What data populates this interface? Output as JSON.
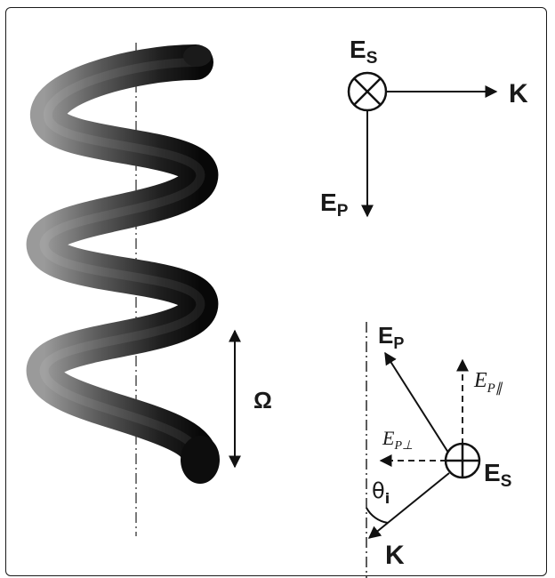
{
  "figure": {
    "pitch_label": "Ω",
    "top_axes": {
      "es_main": "E",
      "es_sub": "S",
      "k_label": "K",
      "ep_main": "E",
      "ep_sub": "P"
    },
    "bottom_axes": {
      "ep_main": "E",
      "ep_sub": "P",
      "ep_parallel_main": "E",
      "ep_parallel_sub": "P∥",
      "ep_perp_main": "E",
      "ep_perp_sub": "P⊥",
      "es_main": "E",
      "es_sub": "S",
      "theta_main": "θ",
      "theta_sub": "i",
      "k_label": "K"
    }
  }
}
